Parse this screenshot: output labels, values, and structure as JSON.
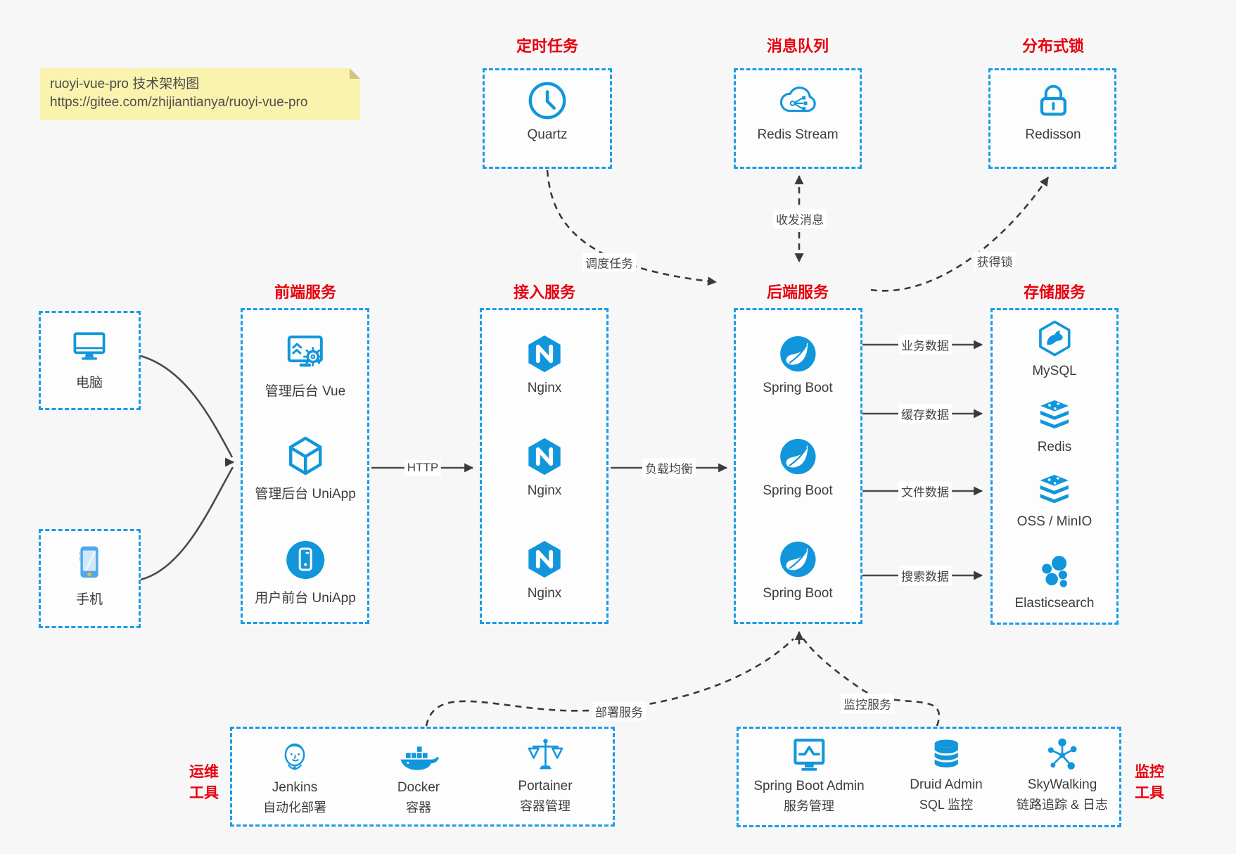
{
  "note": {
    "line1": "ruoyi-vue-pro 技术架构图",
    "line2": "https://gitee.com/zhijiantianya/ruoyi-vue-pro"
  },
  "colors": {
    "accent_blue": "#1296db",
    "dashed_border_blue": "#1b9ce4",
    "title_red": "#e8000d",
    "connector_gray": "#3a3a3a",
    "note_bg": "#faf3ae"
  },
  "groups": {
    "scheduler": {
      "title": "定时任务",
      "items": [
        {
          "label": "Quartz",
          "icon": "clock-icon"
        }
      ]
    },
    "mq": {
      "title": "消息队列",
      "items": [
        {
          "label": "Redis Stream",
          "icon": "cloud-stream-icon"
        }
      ]
    },
    "lock": {
      "title": "分布式锁",
      "items": [
        {
          "label": "Redisson",
          "icon": "lock-icon"
        }
      ]
    },
    "clients": {
      "items": [
        {
          "label": "电脑",
          "icon": "desktop-icon"
        },
        {
          "label": "手机",
          "icon": "smartphone-icon"
        }
      ]
    },
    "frontend": {
      "title": "前端服务",
      "items": [
        {
          "label": "管理后台 Vue",
          "icon": "admin-vue-icon"
        },
        {
          "label": "管理后台 UniApp",
          "icon": "uniapp-cube-icon"
        },
        {
          "label": "用户前台 UniApp",
          "icon": "user-app-icon"
        }
      ]
    },
    "gateway": {
      "title": "接入服务",
      "items": [
        {
          "label": "Nginx",
          "icon": "nginx-icon"
        },
        {
          "label": "Nginx",
          "icon": "nginx-icon"
        },
        {
          "label": "Nginx",
          "icon": "nginx-icon"
        }
      ]
    },
    "backend": {
      "title": "后端服务",
      "items": [
        {
          "label": "Spring Boot",
          "icon": "spring-icon"
        },
        {
          "label": "Spring Boot",
          "icon": "spring-icon"
        },
        {
          "label": "Spring Boot",
          "icon": "spring-icon"
        }
      ]
    },
    "storage": {
      "title": "存储服务",
      "items": [
        {
          "label": "MySQL",
          "icon": "mysql-icon"
        },
        {
          "label": "Redis",
          "icon": "redis-stack-icon"
        },
        {
          "label": "OSS / MinIO",
          "icon": "redis-stack-icon"
        },
        {
          "label": "Elasticsearch",
          "icon": "elasticsearch-icon"
        }
      ]
    },
    "devops": {
      "title_line1": "运维",
      "title_line2": "工具",
      "items": [
        {
          "name": "Jenkins",
          "desc": "自动化部署",
          "icon": "jenkins-icon"
        },
        {
          "name": "Docker",
          "desc": "容器",
          "icon": "docker-icon"
        },
        {
          "name": "Portainer",
          "desc": "容器管理",
          "icon": "portainer-icon"
        }
      ]
    },
    "monitoring": {
      "title_line1": "监控",
      "title_line2": "工具",
      "items": [
        {
          "name": "Spring Boot Admin",
          "desc": "服务管理",
          "icon": "spring-boot-admin-icon"
        },
        {
          "name": "Druid Admin",
          "desc": "SQL 监控",
          "icon": "druid-icon"
        },
        {
          "name": "SkyWalking",
          "desc": "链路追踪 & 日志",
          "icon": "skywalking-icon"
        }
      ]
    }
  },
  "edges": {
    "http": "HTTP",
    "load_balance": "负载均衡",
    "business_data": "业务数据",
    "cache_data": "缓存数据",
    "file_data": "文件数据",
    "search_data": "搜索数据",
    "schedule_task": "调度任务",
    "send_receive_message": "收发消息",
    "acquire_lock": "获得锁",
    "deploy_service": "部署服务",
    "monitor_service": "监控服务"
  }
}
